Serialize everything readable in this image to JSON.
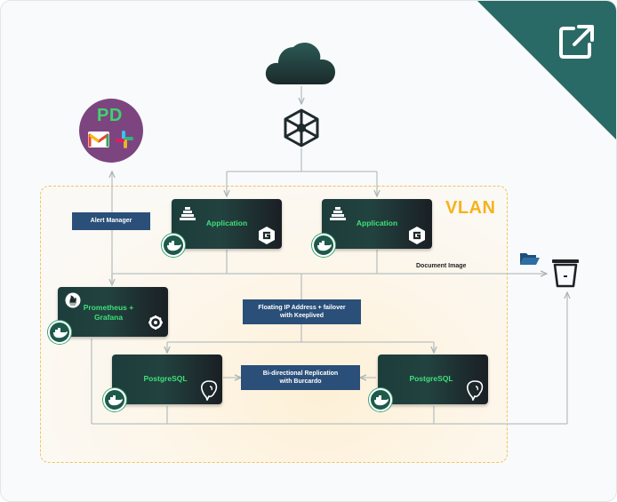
{
  "vlan_label": "VLAN",
  "alert_manager": "Alert Manager",
  "pagerduty_logo_text": "PD",
  "applications": [
    {
      "title": "Application"
    },
    {
      "title": "Application"
    }
  ],
  "monitoring": {
    "title_line1": "Prometheus +",
    "title_line2": "Grafana"
  },
  "floating_ip": {
    "line1": "Floating IP Address + failover",
    "line2": "with Keeplived"
  },
  "replication": {
    "line1": "Bi-directional Replication",
    "line2": "with Burcardo"
  },
  "databases": [
    {
      "title": "PostgreSQL"
    },
    {
      "title": "PostgreSQL"
    }
  ],
  "document_image": "Document Image",
  "colors": {
    "vlan": "#f5b31c",
    "node_title": "#3ee07a",
    "label_bg": "#2a4f79",
    "corner": "#2a6a66",
    "cloud": "#1f3f3d",
    "pd_circle": "#7c4580"
  },
  "icons": {
    "top": "cloud-icon",
    "gateway": "load-balancer-icon",
    "application_logo": "pyramid-icon",
    "app_badge": "docker-whale-icon",
    "framework": "g-logo-icon",
    "monitoring_logo": "prometheus-icon",
    "grafana": "grafana-icon",
    "database": "postgresql-elephant-icon",
    "storage": "bucket-icon",
    "folder": "folder-icon",
    "external": "external-link-icon",
    "notify": [
      "gmail-icon",
      "slack-icon"
    ]
  }
}
